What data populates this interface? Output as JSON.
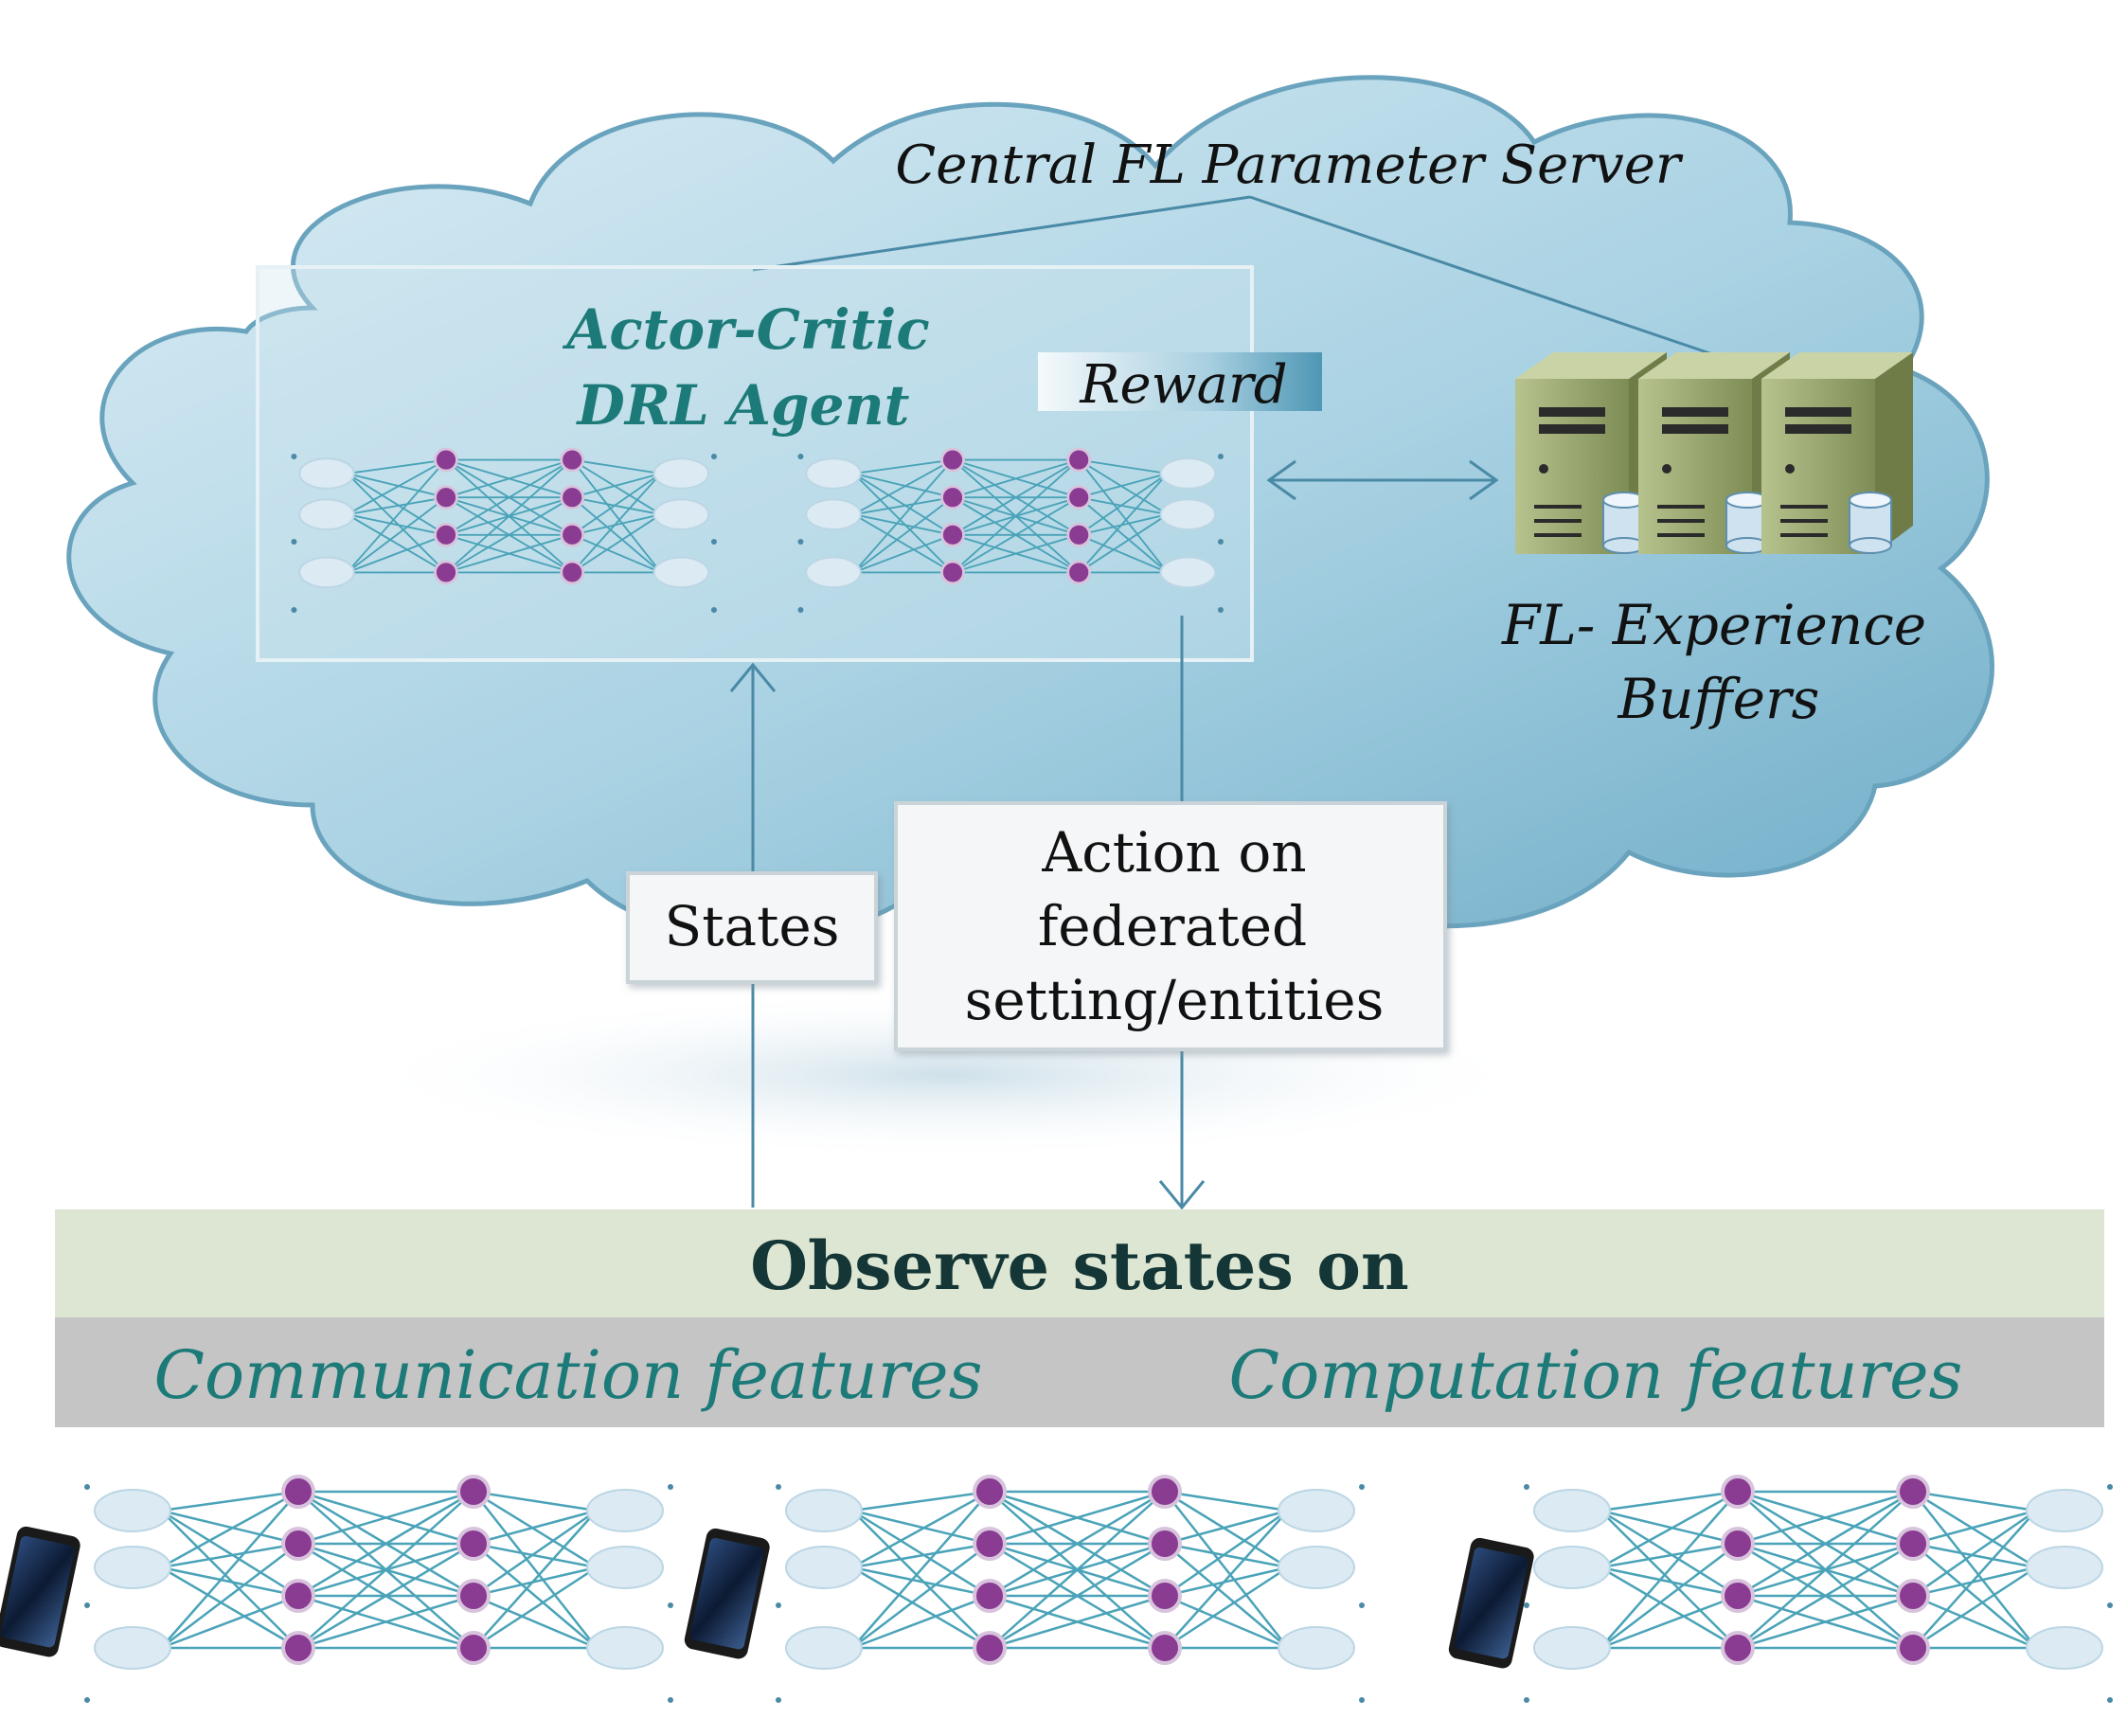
{
  "cloud": {
    "title": "Central FL Parameter Server",
    "agent_line1": "Actor-Critic",
    "agent_line2": "DRL Agent",
    "reward_label": "Reward",
    "buffers_line1": "FL- Experience",
    "buffers_line2": "Buffers"
  },
  "flow": {
    "states_label": "States",
    "action_line1": "Action on",
    "action_line2": "federated",
    "action_line3": "setting/entities"
  },
  "observe": {
    "header": "Observe states on",
    "left_feature": "Communication features",
    "right_feature": "Computation features"
  },
  "colors": {
    "cloud_fill": "#9cc9dc",
    "cloud_stroke": "#6aa3bd",
    "teal_text": "#1c7a78",
    "node_purple": "#8a3b92",
    "node_light": "#dbeaf3",
    "edge": "#4aa3b8",
    "observe_band": "#dde6d2",
    "feature_band": "#c5c5c5",
    "server_green": "#9aa871"
  }
}
